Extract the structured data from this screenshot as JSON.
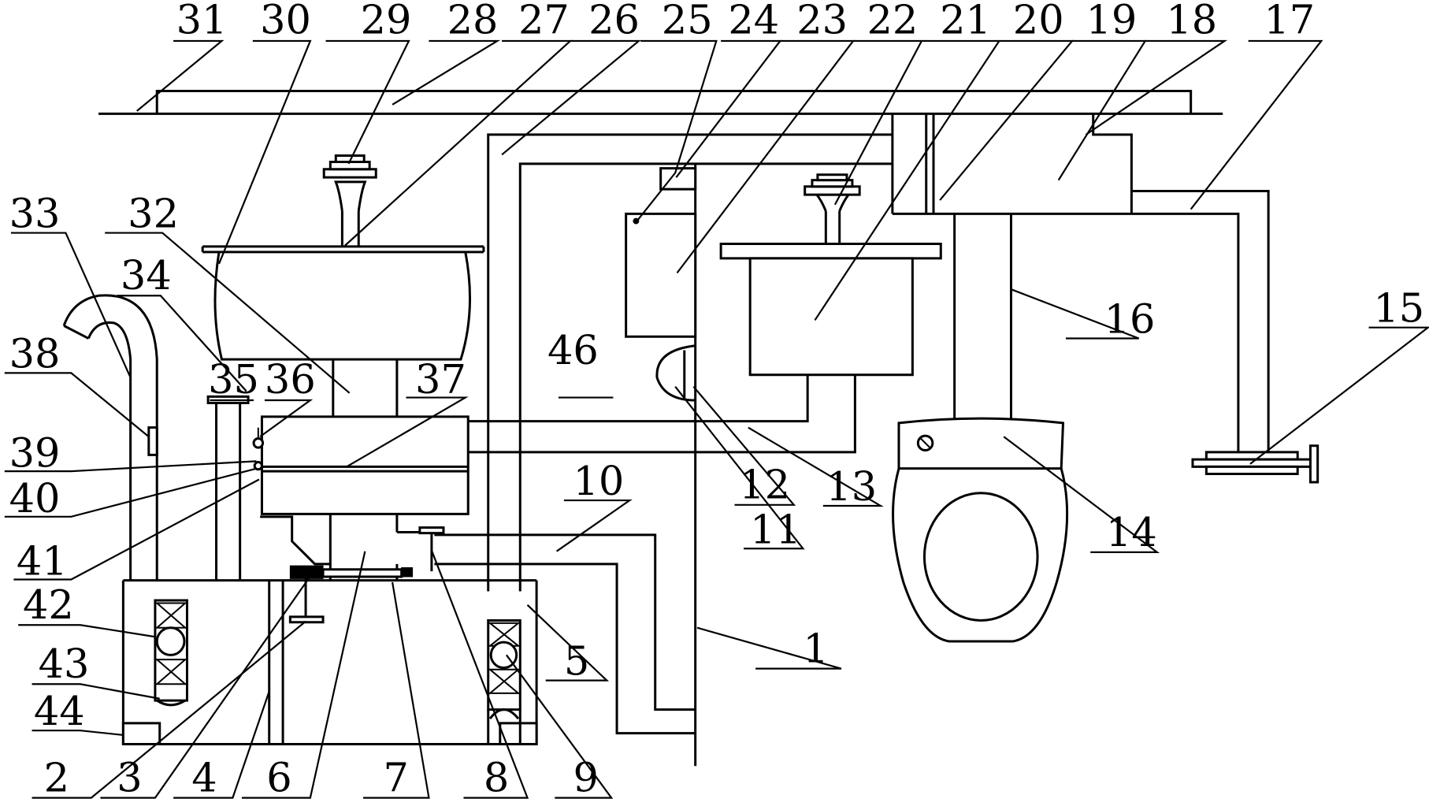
{
  "labels": {
    "l1": "1",
    "l2": "2",
    "l3": "3",
    "l4": "4",
    "l5": "5",
    "l6": "6",
    "l7": "7",
    "l8": "8",
    "l9": "9",
    "l10": "10",
    "l11": "11",
    "l12": "12",
    "l13": "13",
    "l14": "14",
    "l15": "15",
    "l16": "16",
    "l17": "17",
    "l18": "18",
    "l19": "19",
    "l20": "20",
    "l21": "21",
    "l22": "22",
    "l23": "23",
    "l24": "24",
    "l25": "25",
    "l26": "26",
    "l27": "27",
    "l28": "28",
    "l29": "29",
    "l30": "30",
    "l31": "31",
    "l32": "32",
    "l33": "33",
    "l34": "34",
    "l35": "35",
    "l36": "36",
    "l37": "37",
    "l38": "38",
    "l39": "39",
    "l40": "40",
    "l41": "41",
    "l42": "42",
    "l43": "43",
    "l44": "44",
    "l46": "46"
  }
}
